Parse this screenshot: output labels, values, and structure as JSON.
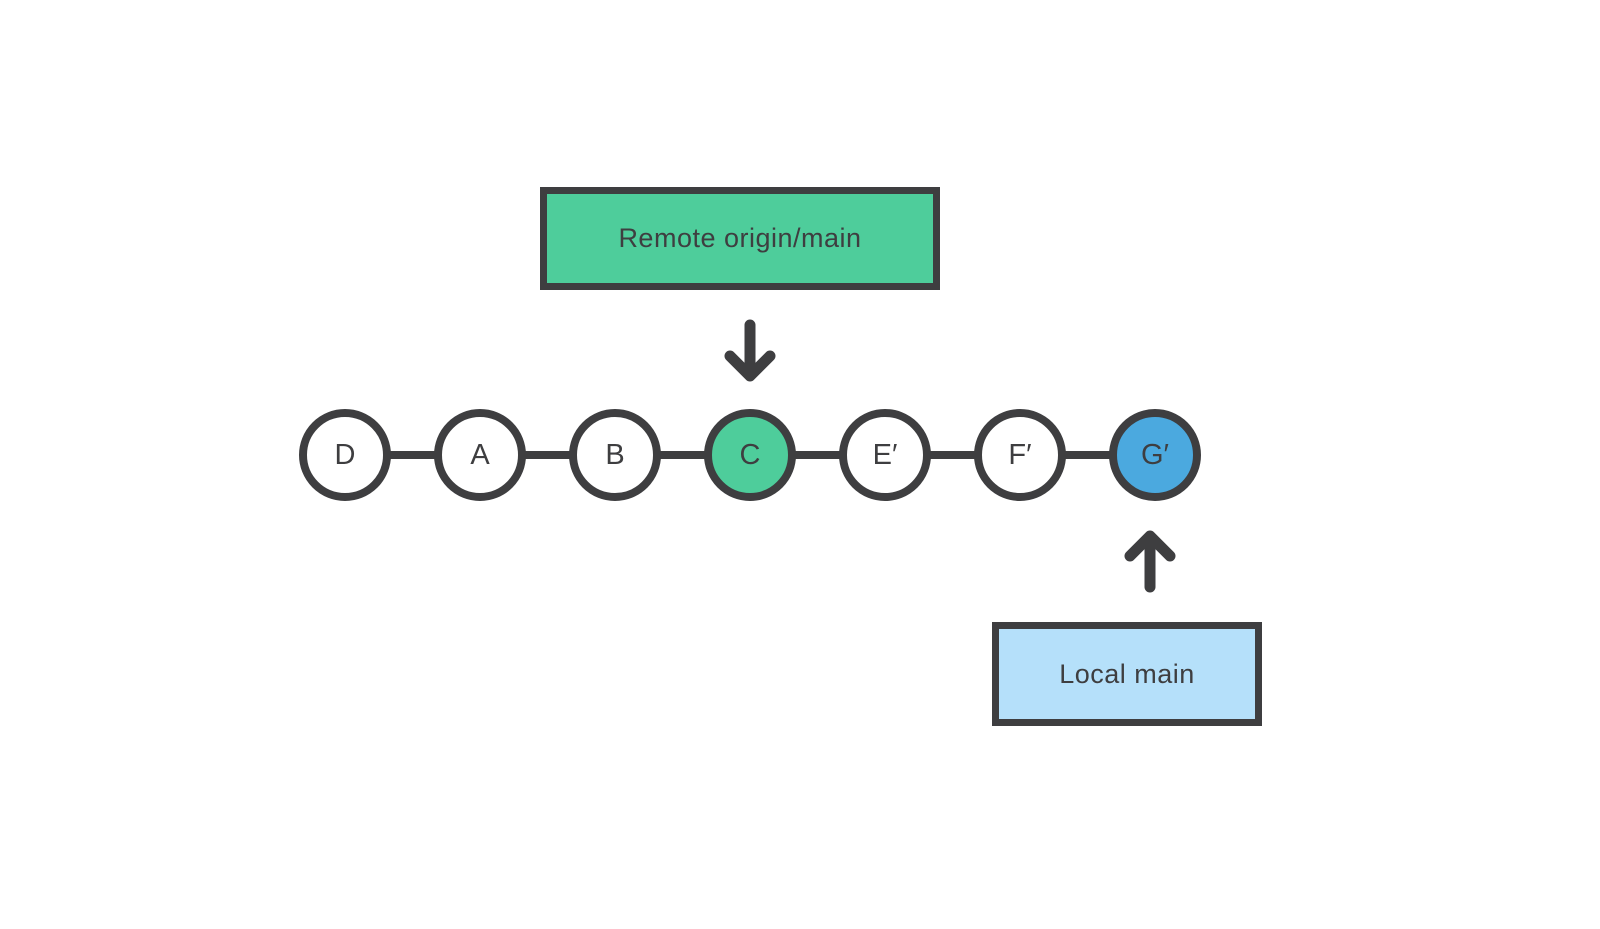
{
  "colors": {
    "dark": "#3E3E40",
    "green": "#4ECD9B",
    "blue": "#4BA9DF",
    "light_blue": "#B5E0FA",
    "white": "#FFFFFF"
  },
  "remote": {
    "label": "Remote origin/main",
    "fill": "green"
  },
  "local": {
    "label": "Local main",
    "fill": "light_blue"
  },
  "commits": [
    {
      "id": "D",
      "fill": "white"
    },
    {
      "id": "A",
      "fill": "white"
    },
    {
      "id": "B",
      "fill": "white"
    },
    {
      "id": "C",
      "fill": "green"
    },
    {
      "id": "E′",
      "fill": "white"
    },
    {
      "id": "F′",
      "fill": "white"
    },
    {
      "id": "G′",
      "fill": "blue"
    }
  ],
  "icons": {
    "down_arrow": "arrow-down-icon",
    "up_arrow": "arrow-up-icon"
  }
}
